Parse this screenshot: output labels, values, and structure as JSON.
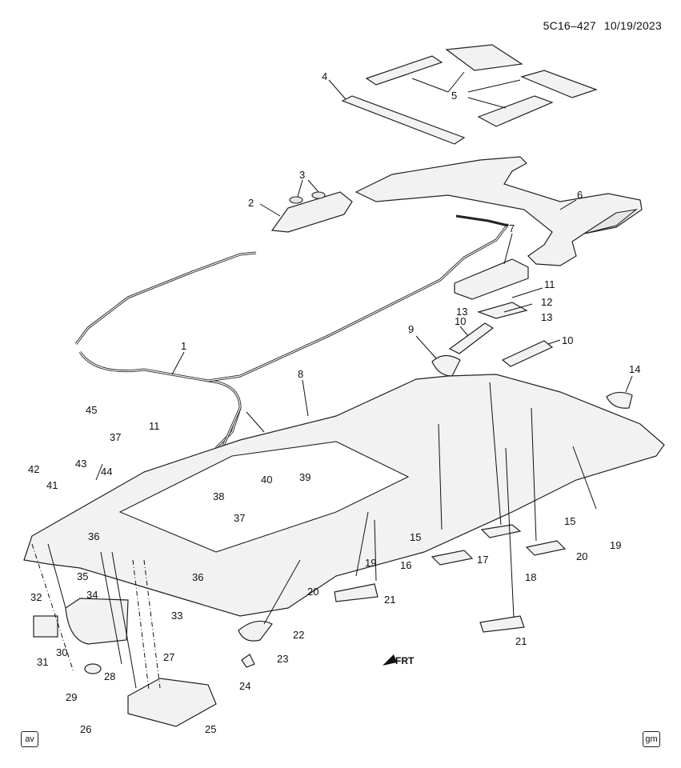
{
  "header": {
    "diagram_id": "5C16–427",
    "date": "10/19/2023"
  },
  "badges": {
    "left": "av",
    "right": "gm"
  },
  "front_marker": "FRT",
  "callouts": [
    {
      "id": "c1",
      "text": "1"
    },
    {
      "id": "c2",
      "text": "2"
    },
    {
      "id": "c3",
      "text": "3"
    },
    {
      "id": "c4",
      "text": "4"
    },
    {
      "id": "c5",
      "text": "5"
    },
    {
      "id": "c6",
      "text": "6"
    },
    {
      "id": "c7",
      "text": "7"
    },
    {
      "id": "c8",
      "text": "8"
    },
    {
      "id": "c9",
      "text": "9"
    },
    {
      "id": "c10a",
      "text": "10"
    },
    {
      "id": "c10b",
      "text": "10"
    },
    {
      "id": "c11a",
      "text": "11"
    },
    {
      "id": "c11b",
      "text": "11"
    },
    {
      "id": "c12",
      "text": "12"
    },
    {
      "id": "c13a",
      "text": "13"
    },
    {
      "id": "c13b",
      "text": "13"
    },
    {
      "id": "c14",
      "text": "14"
    },
    {
      "id": "c15a",
      "text": "15"
    },
    {
      "id": "c15b",
      "text": "15"
    },
    {
      "id": "c16",
      "text": "16"
    },
    {
      "id": "c17",
      "text": "17"
    },
    {
      "id": "c18",
      "text": "18"
    },
    {
      "id": "c19a",
      "text": "19"
    },
    {
      "id": "c19b",
      "text": "19"
    },
    {
      "id": "c20a",
      "text": "20"
    },
    {
      "id": "c20b",
      "text": "20"
    },
    {
      "id": "c21a",
      "text": "21"
    },
    {
      "id": "c21b",
      "text": "21"
    },
    {
      "id": "c22",
      "text": "22"
    },
    {
      "id": "c23",
      "text": "23"
    },
    {
      "id": "c24",
      "text": "24"
    },
    {
      "id": "c25",
      "text": "25"
    },
    {
      "id": "c26",
      "text": "26"
    },
    {
      "id": "c27",
      "text": "27"
    },
    {
      "id": "c28",
      "text": "28"
    },
    {
      "id": "c29",
      "text": "29"
    },
    {
      "id": "c30",
      "text": "30"
    },
    {
      "id": "c31",
      "text": "31"
    },
    {
      "id": "c32",
      "text": "32"
    },
    {
      "id": "c33",
      "text": "33"
    },
    {
      "id": "c34",
      "text": "34"
    },
    {
      "id": "c35",
      "text": "35"
    },
    {
      "id": "c36a",
      "text": "36"
    },
    {
      "id": "c36b",
      "text": "36"
    },
    {
      "id": "c37a",
      "text": "37"
    },
    {
      "id": "c37b",
      "text": "37"
    },
    {
      "id": "c38",
      "text": "38"
    },
    {
      "id": "c39",
      "text": "39"
    },
    {
      "id": "c40",
      "text": "40"
    },
    {
      "id": "c41",
      "text": "41"
    },
    {
      "id": "c42",
      "text": "42"
    },
    {
      "id": "c43",
      "text": "43"
    },
    {
      "id": "c44",
      "text": "44"
    },
    {
      "id": "c45",
      "text": "45"
    }
  ]
}
